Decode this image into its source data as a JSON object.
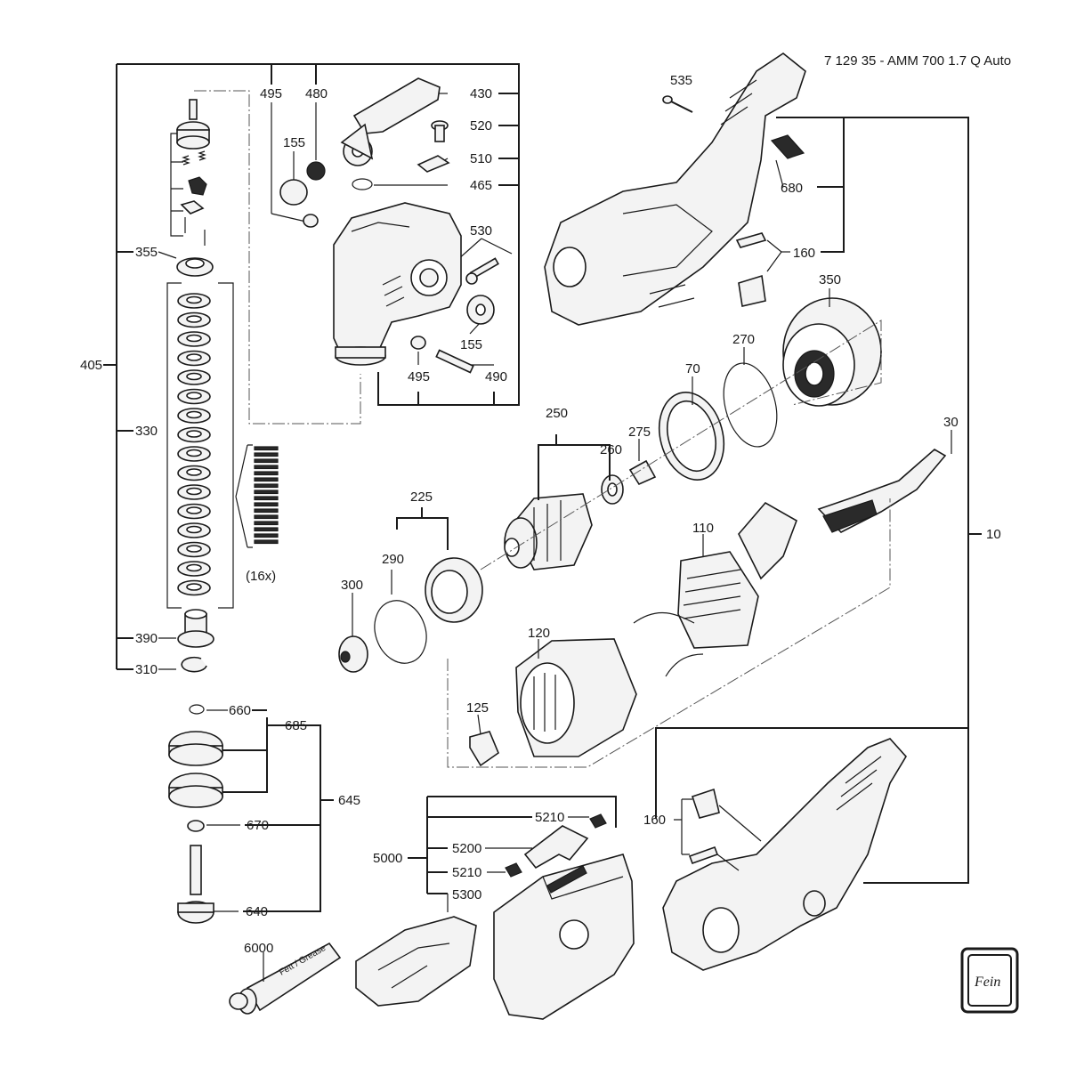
{
  "header": {
    "model": "7 129 35  - AMM 700 1.7 Q Auto"
  },
  "labels": {
    "l10": "10",
    "l30": "30",
    "l70": "70",
    "l110": "110",
    "l120": "120",
    "l125": "125",
    "l155a": "155",
    "l155b": "155",
    "l160a": "160",
    "l160b": "160",
    "l225": "225",
    "l250": "250",
    "l260": "260",
    "l270": "270",
    "l275": "275",
    "l290": "290",
    "l300": "300",
    "l310": "310",
    "l330": "330",
    "l350": "350",
    "l355": "355",
    "l390": "390",
    "l405": "405",
    "l430": "430",
    "l465": "465",
    "l480": "480",
    "l490": "490",
    "l495a": "495",
    "l495b": "495",
    "l510": "510",
    "l520": "520",
    "l530": "530",
    "l535": "535",
    "l640": "640",
    "l645": "645",
    "l660": "660",
    "l670": "670",
    "l680": "680",
    "l685": "685",
    "l5000": "5000",
    "l5200": "5200",
    "l5210a": "5210",
    "l5210b": "5210",
    "l5300": "5300",
    "l6000": "6000",
    "qty16": "(16x)"
  },
  "tube_text": "Fett / Grease",
  "logo_text": "Fein",
  "colors": {
    "line": "#1a1a1a",
    "part_fill": "#f3f3f3",
    "dark": "#2a2a2a"
  }
}
